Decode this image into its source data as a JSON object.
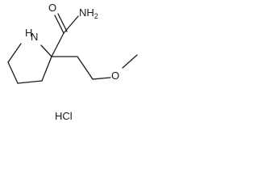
{
  "molecule": {
    "atoms": {
      "amide_nitrogen": "NH",
      "amide_nitrogen_count": "2",
      "carbonyl_oxygen": "O",
      "ring_nitrogen": "N",
      "ring_nitrogen_h": "H",
      "ether_oxygen": "O"
    },
    "salt": "HCl"
  },
  "colors": {
    "bond": "#1a1a1a",
    "background": "#ffffff"
  }
}
